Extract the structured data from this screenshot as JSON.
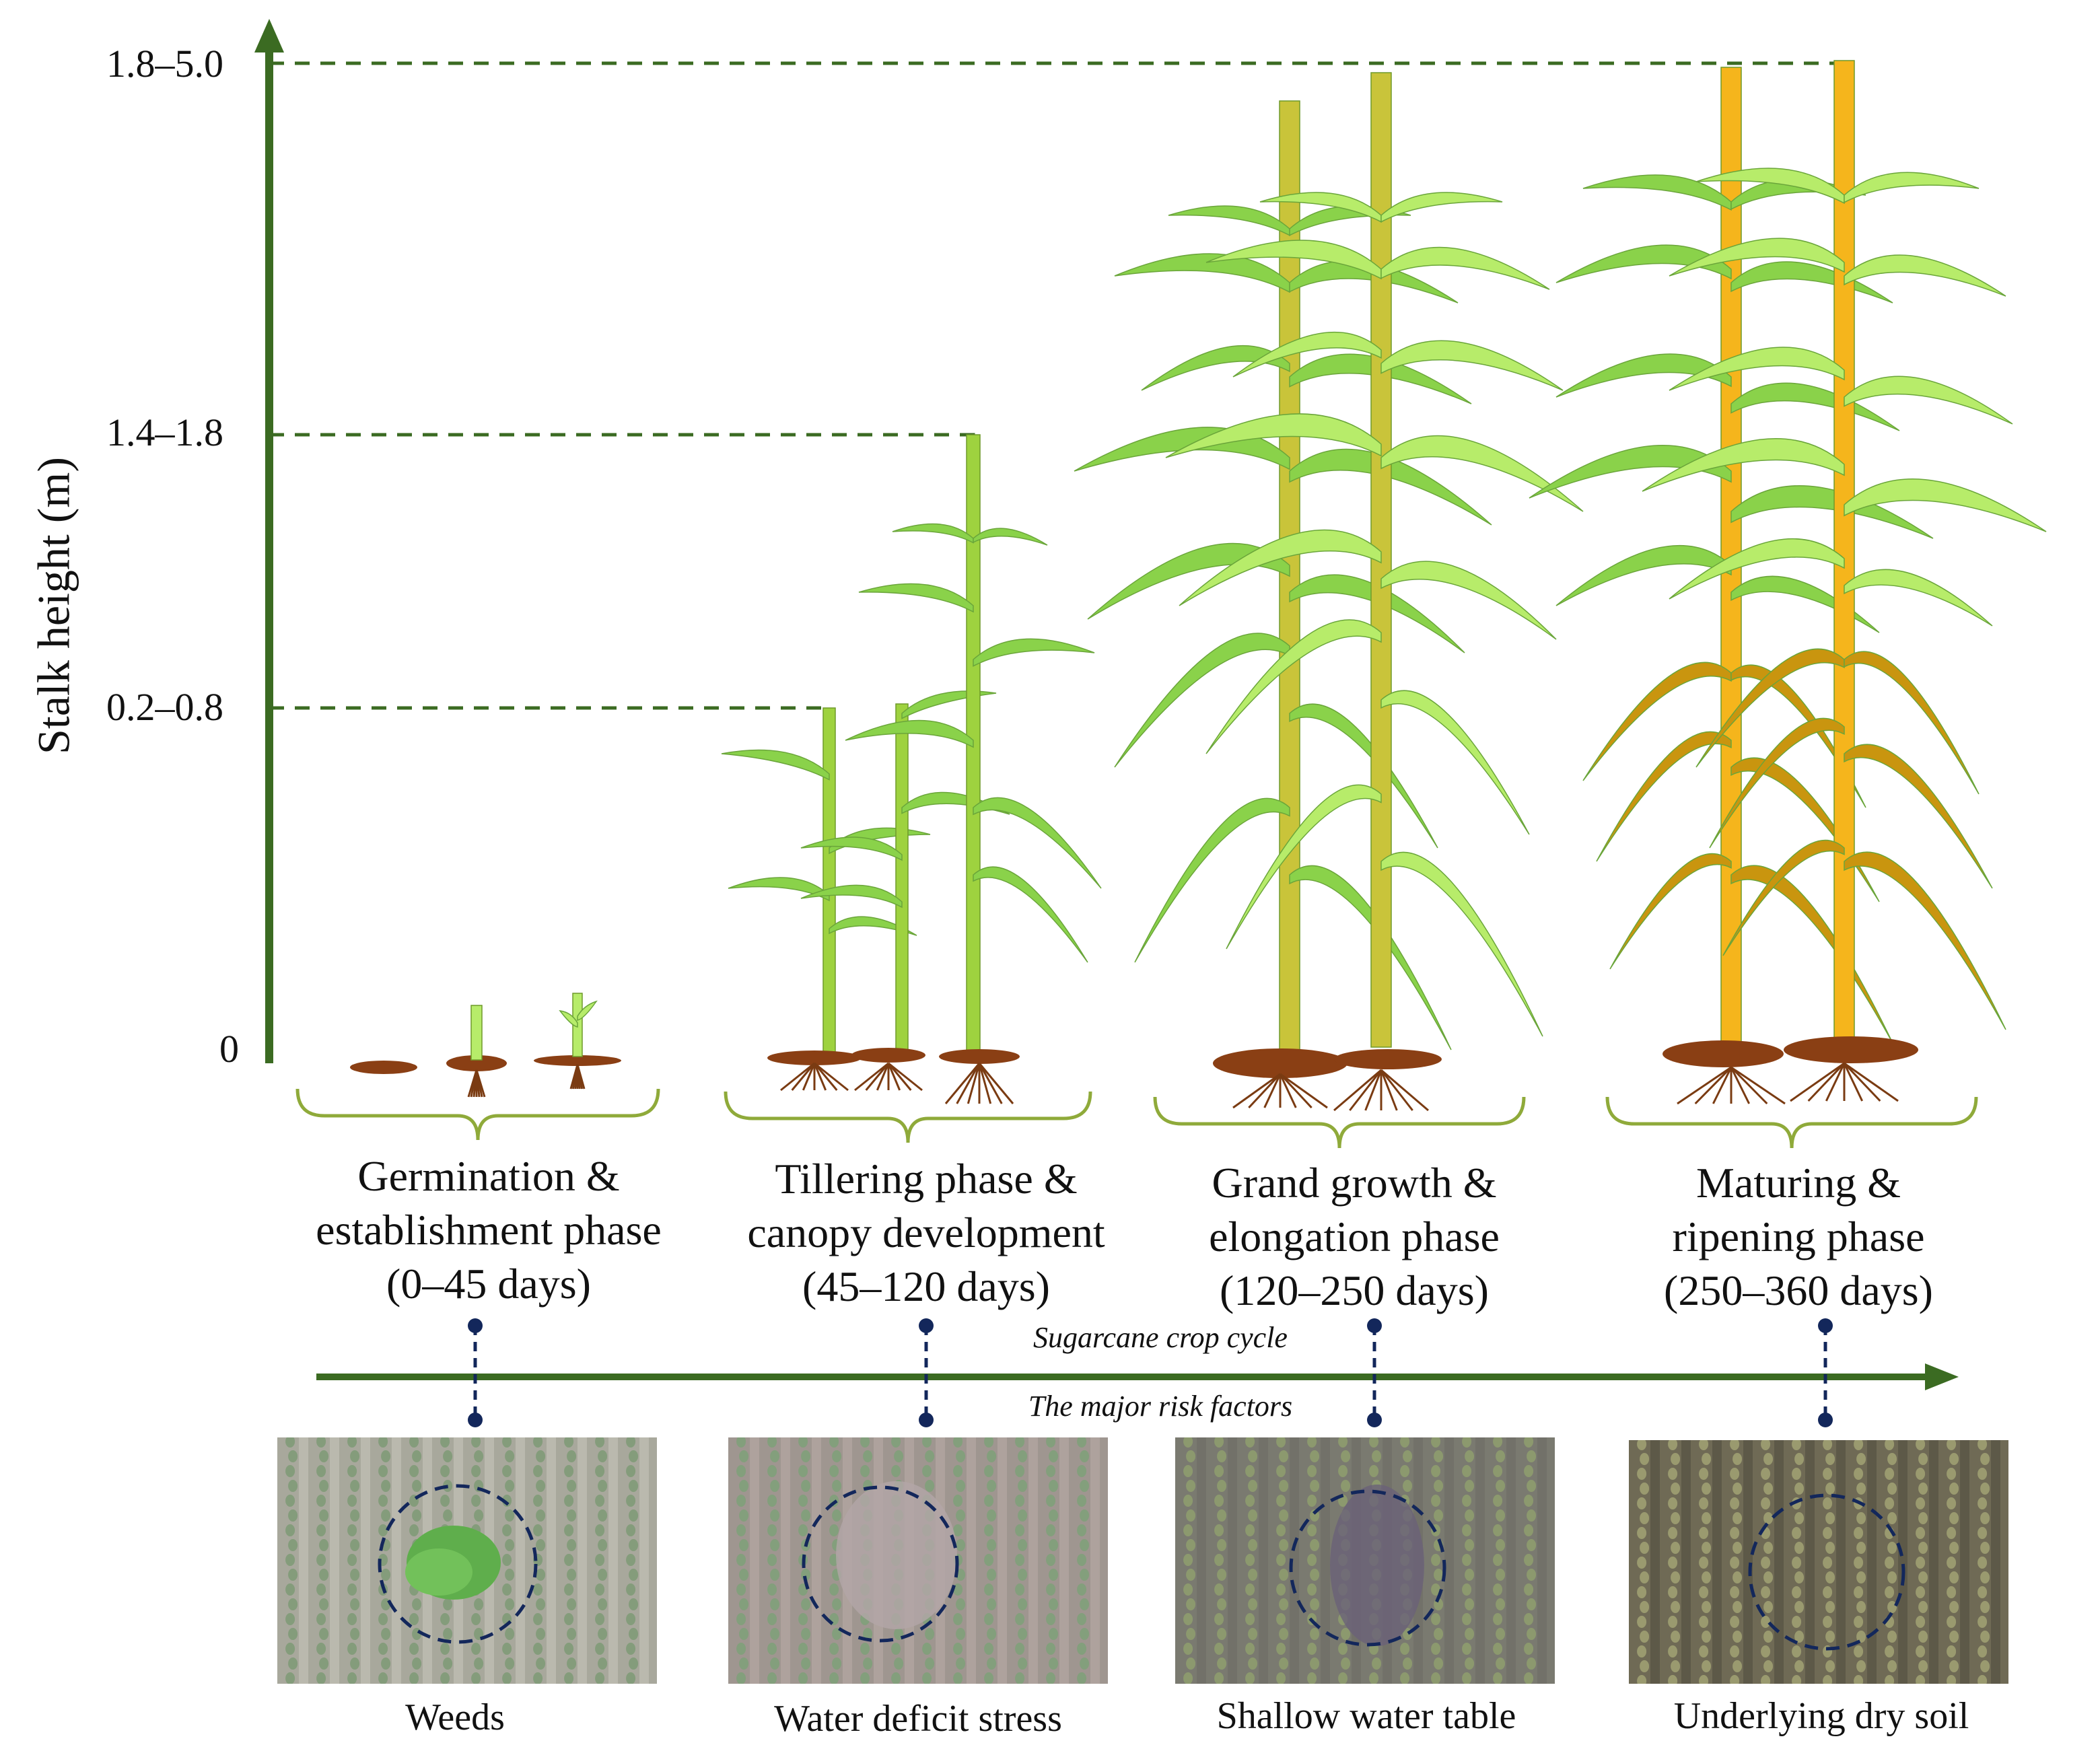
{
  "axis": {
    "title": "Stalk height (m)",
    "ticks": [
      "1.8–5.0",
      "1.4–1.8",
      "0.2–0.8",
      "0"
    ]
  },
  "phases": [
    {
      "line1": "Germination &",
      "line2": "establishment phase",
      "line3": "(0–45 days)"
    },
    {
      "line1": "Tillering phase &",
      "line2": "canopy development",
      "line3": "(45–120 days)"
    },
    {
      "line1": "Grand growth  &",
      "line2": "elongation phase",
      "line3": "(120–250 days)"
    },
    {
      "line1": "Maturing &",
      "line2": "ripening phase",
      "line3": "(250–360 days)"
    }
  ],
  "timeline": {
    "top_label": "Sugarcane crop cycle",
    "bottom_label": "The major  risk factors"
  },
  "risks": [
    "Weeds",
    "Water deficit stress",
    "Shallow water table",
    "Underlying dry soil"
  ],
  "colors": {
    "axis": "#3b6b22",
    "dashed": "#3b6b22",
    "leaf_green": "#8ad24a",
    "leaf_light": "#b7ec6a",
    "stalk_green": "#9ed23f",
    "stalk_yellow": "#c9c43a",
    "stalk_orange": "#f5b51c",
    "leaf_dry": "#c9950f",
    "soil": "#8a3f14",
    "brace": "#8faa3a",
    "timeline_dot": "#13275b"
  }
}
